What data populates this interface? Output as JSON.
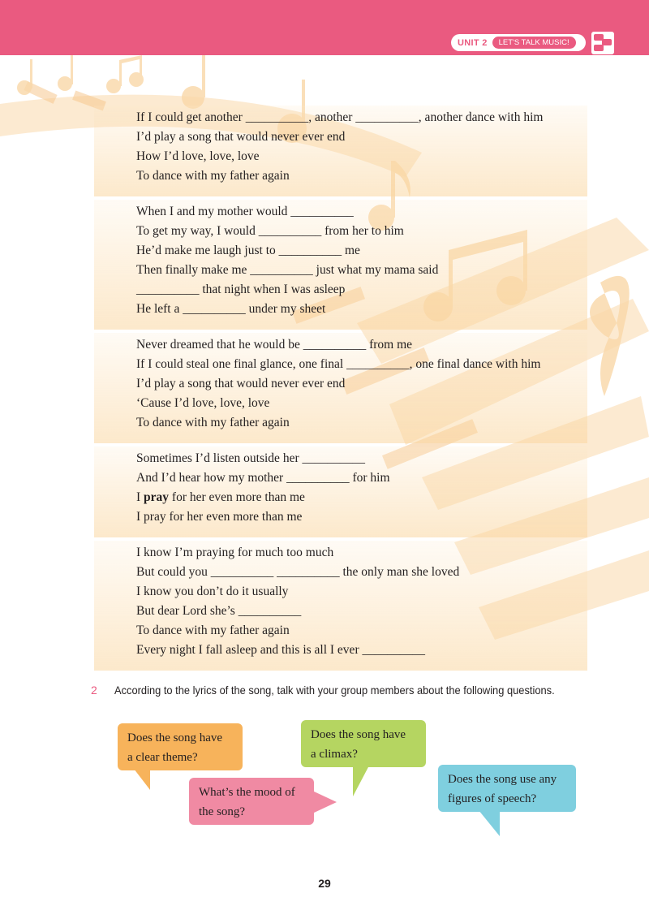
{
  "header": {
    "unit_label": "UNIT 2",
    "unit_title": "LET'S TALK MUSIC!"
  },
  "lyrics": {
    "stanzas": [
      [
        "If I could get another __________, another __________, another dance with him",
        "I’d play a song that would never ever end",
        "How I’d love, love, love",
        "To dance with my father again"
      ],
      [
        "When I and my mother would __________",
        "To get my way, I would __________ from her to him",
        "He’d make me laugh just to __________ me",
        "Then finally make me __________ just what my mama said",
        "__________ that night when I was asleep",
        "He left a __________ under my sheet"
      ],
      [
        "Never dreamed that he would be __________ from me",
        "If I could steal one final glance, one final __________, one final dance with him",
        "I’d play a song that would never ever end",
        "‘Cause I’d love, love, love",
        "To dance with my father again"
      ],
      [
        "Sometimes I’d listen outside her __________",
        "And I’d hear how my mother __________ for him",
        "I pray for her even more than me",
        "I pray for her even more than me"
      ],
      [
        "I know I’m praying for much too much",
        "But could you __________ __________ the only man she loved",
        "I know you don’t do it usually",
        "But dear Lord she’s __________",
        "To dance with my father again",
        "Every night I fall asleep and this is all I ever __________"
      ]
    ],
    "bold_word": "pray"
  },
  "question": {
    "number": "2",
    "text": "According to the lyrics of the song, talk with your group members about the following questions."
  },
  "bubbles": [
    {
      "lines": [
        "Does the song have",
        "a clear theme?"
      ],
      "color": "#f7b35b"
    },
    {
      "lines": [
        "Does the song have",
        "a climax?"
      ],
      "color": "#b5d561"
    },
    {
      "lines": [
        "What’s the mood of",
        "the song?"
      ],
      "color": "#f08aa3"
    },
    {
      "lines": [
        "Does the song use any",
        "figures of speech?"
      ],
      "color": "#7fcfdf"
    }
  ],
  "page_number": "29"
}
